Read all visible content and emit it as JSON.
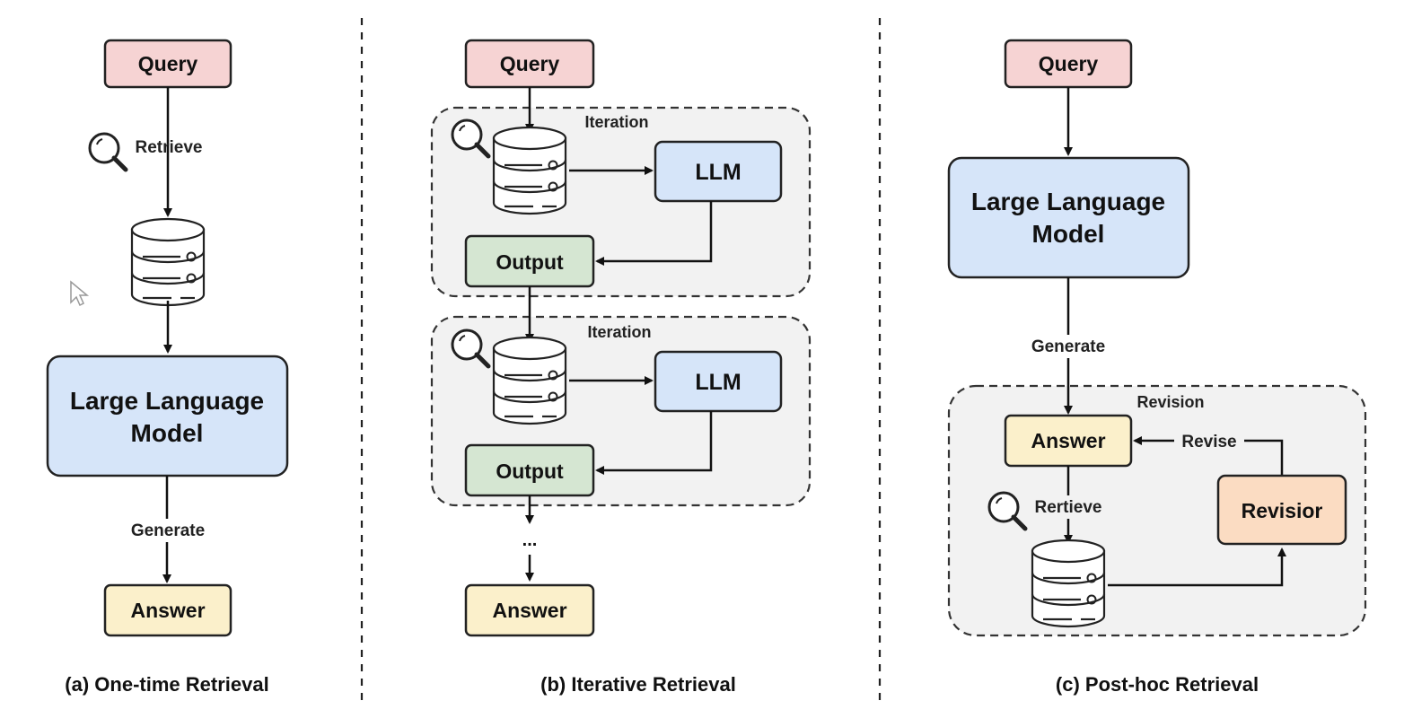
{
  "colors": {
    "query_fill": "#f6d3d3",
    "llm_fill": "#d6e5f9",
    "output_fill": "#d5e6d2",
    "answer_fill": "#fbf0cb",
    "revisor_fill": "#fbdcc2",
    "group_fill": "#f2f2f2"
  },
  "icons": {
    "retrieve": "magnifier-icon",
    "database": "database-icon",
    "cursor": "mouse-pointer-icon"
  },
  "panel_a": {
    "query": "Query",
    "retrieve_label": "Retrieve",
    "llm": "Large Language Model",
    "generate_label": "Generate",
    "answer": "Answer",
    "caption": "(a) One-time Retrieval"
  },
  "panel_b": {
    "query": "Query",
    "iteration1_label": "Iteration",
    "llm1": "LLM",
    "output1": "Output",
    "iteration2_label": "Iteration",
    "llm2": "LLM",
    "output2": "Output",
    "ellipsis": "...",
    "answer": "Answer",
    "caption": "(b) Iterative Retrieval"
  },
  "panel_c": {
    "query": "Query",
    "llm": "Large Language Model",
    "generate_label": "Generate",
    "revision_label": "Revision",
    "answer": "Answer",
    "revise_label": "Revise",
    "retrieve_label": "Rertieve",
    "revisor": "Revisior",
    "caption": "(c) Post-hoc Retrieval"
  }
}
